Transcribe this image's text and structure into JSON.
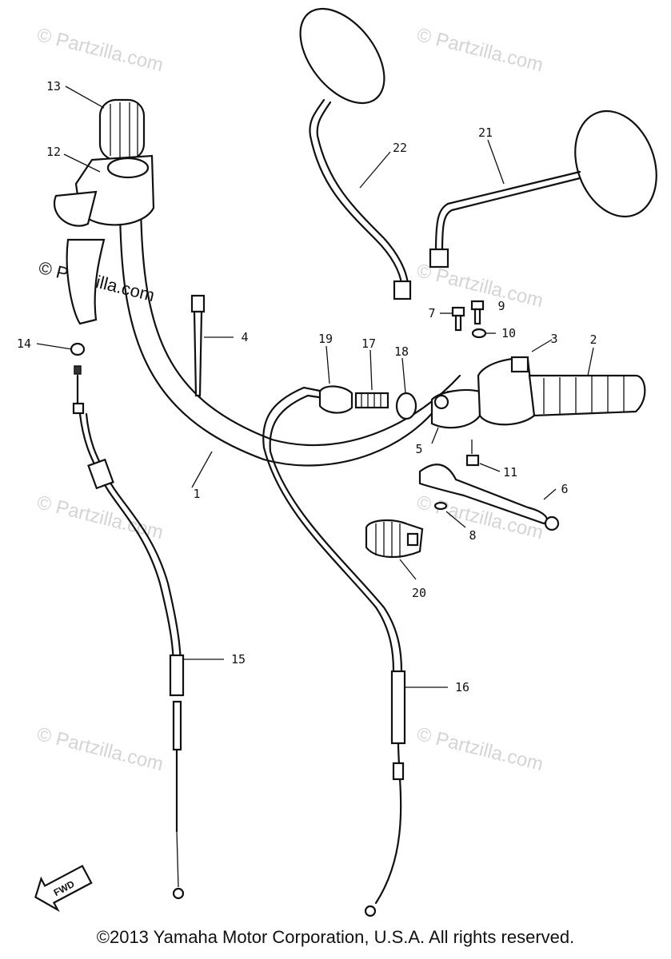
{
  "watermark_text": "© Partzilla.com",
  "copyright": "©2013 Yamaha Motor Corporation, U.S.A. All rights reserved.",
  "fwd_label": "FWD",
  "callouts": [
    "1",
    "2",
    "3",
    "4",
    "5",
    "6",
    "7",
    "8",
    "9",
    "10",
    "11",
    "12",
    "13",
    "14",
    "15",
    "16",
    "17",
    "18",
    "19",
    "20",
    "21",
    "22"
  ]
}
